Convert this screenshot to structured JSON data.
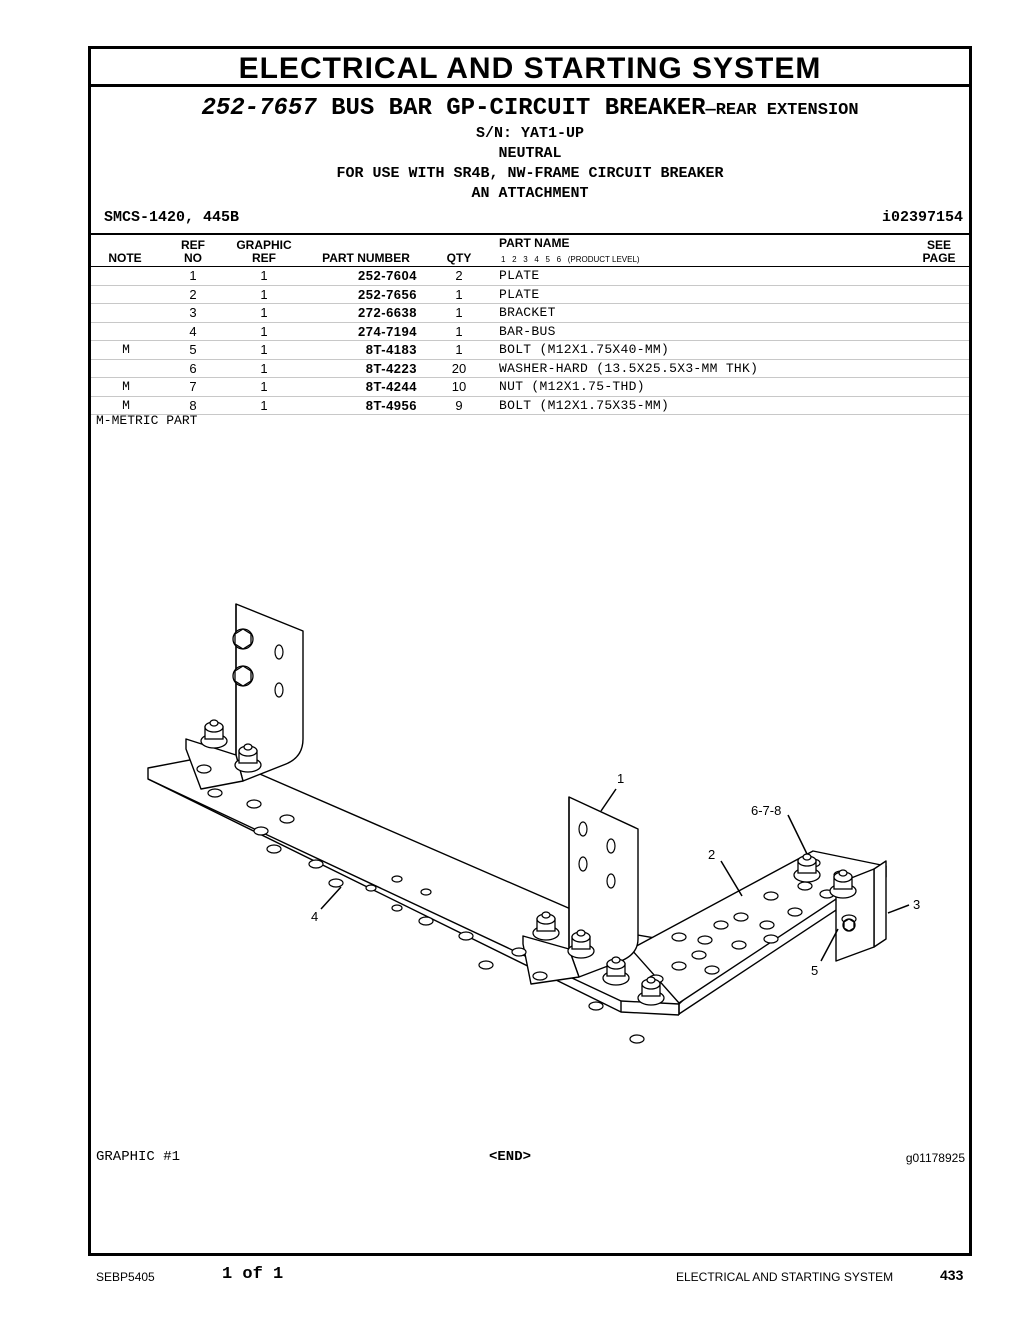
{
  "header": {
    "section_title": "ELECTRICAL AND STARTING SYSTEM",
    "group_part_number": "252-7657",
    "group_name": "BUS BAR GP-CIRCUIT BREAKER",
    "group_suffix": "—REAR EXTENSION",
    "serial": "S/N: YAT1-UP",
    "line2": "NEUTRAL",
    "line3": "FOR USE WITH SR4B, NW-FRAME CIRCUIT BREAKER",
    "line4": "AN ATTACHMENT",
    "smcs": "SMCS-1420, 445B",
    "illustration_id": "i02397154"
  },
  "table": {
    "columns": {
      "note": "NOTE",
      "ref_top": "REF",
      "ref_bottom": "NO",
      "graphic_top": "GRAPHIC",
      "graphic_bottom": "REF",
      "part_number": "PART NUMBER",
      "qty": "QTY",
      "part_name": "PART NAME",
      "levels": "1   2   3   4   5   6   (PRODUCT LEVEL)",
      "see_top": "SEE",
      "see_bottom": "PAGE"
    },
    "rows": [
      {
        "note": "",
        "ref": "1",
        "graphic": "1",
        "part_number": "252-7604",
        "qty": "2",
        "name": "PLATE"
      },
      {
        "note": "",
        "ref": "2",
        "graphic": "1",
        "part_number": "252-7656",
        "qty": "1",
        "name": "PLATE"
      },
      {
        "note": "",
        "ref": "3",
        "graphic": "1",
        "part_number": "272-6638",
        "qty": "1",
        "name": "BRACKET"
      },
      {
        "note": "",
        "ref": "4",
        "graphic": "1",
        "part_number": "274-7194",
        "qty": "1",
        "name": "BAR-BUS"
      },
      {
        "note": "M",
        "ref": "5",
        "graphic": "1",
        "part_number": "8T-4183",
        "qty": "1",
        "name": "BOLT  (M12X1.75X40-MM)"
      },
      {
        "note": "",
        "ref": "6",
        "graphic": "1",
        "part_number": "8T-4223",
        "qty": "20",
        "name": "WASHER-HARD  (13.5X25.5X3-MM THK)"
      },
      {
        "note": "M",
        "ref": "7",
        "graphic": "1",
        "part_number": "8T-4244",
        "qty": "10",
        "name": "NUT  (M12X1.75-THD)"
      },
      {
        "note": "M",
        "ref": "8",
        "graphic": "1",
        "part_number": "8T-4956",
        "qty": "9",
        "name": "BOLT  (M12X1.75X35-MM)"
      }
    ],
    "footnote": "M-METRIC PART"
  },
  "graphic": {
    "callouts": [
      "1",
      "6-7-8",
      "2",
      "3",
      "4",
      "5"
    ],
    "label": "GRAPHIC #1",
    "end": "<END>",
    "number": "g01178925"
  },
  "footer": {
    "doc": "SEBP5405",
    "pages": "1 of 1",
    "section": "ELECTRICAL AND STARTING SYSTEM",
    "page": "433"
  }
}
